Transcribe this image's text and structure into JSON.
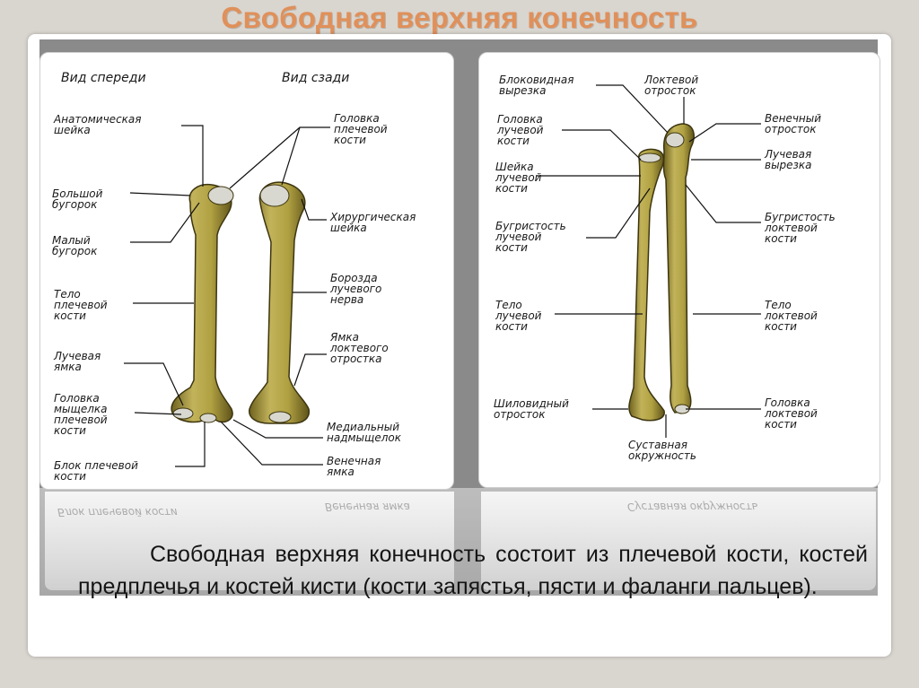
{
  "slide": {
    "title": "Свободная верхняя конечность",
    "caption": "Свободная верхняя конечность состоит из плечевой кости, костей предплечья и костей кисти (кости запястья, пясти и фаланги пальцев)."
  },
  "humerus_panel": {
    "front_view": "Вид спереди",
    "back_view": "Вид сзади",
    "labels": {
      "anatomical_neck": "Анатомическая\nшейка",
      "greater_tubercle": "Большой\nбугорок",
      "lesser_tubercle": "Малый\nбугорок",
      "humerus_body": "Тело\nплечевой\nкости",
      "radial_fossa": "Лучевая\nямка",
      "condyle_head": "Головка\nмыщелка\nплечевой\nкости",
      "trochlea": "Блок плечевой\nкости",
      "humerus_head": "Головка\nплечевой\nкости",
      "surgical_neck": "Хирургическая\nшейка",
      "radial_groove": "Борозда\nлучевого\nнерва",
      "olecranon_fossa": "Ямка\nлоктевого\nотростка",
      "medial_epicondyle": "Медиальный\nнадмыщелок",
      "coronoid_fossa": "Венечная\nямка"
    }
  },
  "forearm_panel": {
    "labels": {
      "trochlear_notch": "Блоковидная\nвырезка",
      "olecranon": "Локтевой\nотросток",
      "coronoid_process": "Венечный\nотросток",
      "radial_head": "Головка\nлучевой\nкости",
      "radial_notch": "Лучевая\nвырезка",
      "radius_neck": "Шейка\nлучевой\nкости",
      "radial_tuberosity": "Бугристость\nлучевой\nкости",
      "ulnar_tuberosity": "Бугристость\nлоктевой\nкости",
      "radius_body": "Тело\nлучевой\nкости",
      "ulna_body": "Тело\nлоктевой\nкости",
      "styloid_process": "Шиловидный\nотросток",
      "ulna_head": "Головка\nлоктевой\nкости",
      "articular_circumference": "Суставная\nокружность"
    }
  },
  "colors": {
    "title": "#e0905a",
    "bone": "#b0a142",
    "bone_dark": "#6f6320",
    "cartilage": "#d8d8d0"
  }
}
